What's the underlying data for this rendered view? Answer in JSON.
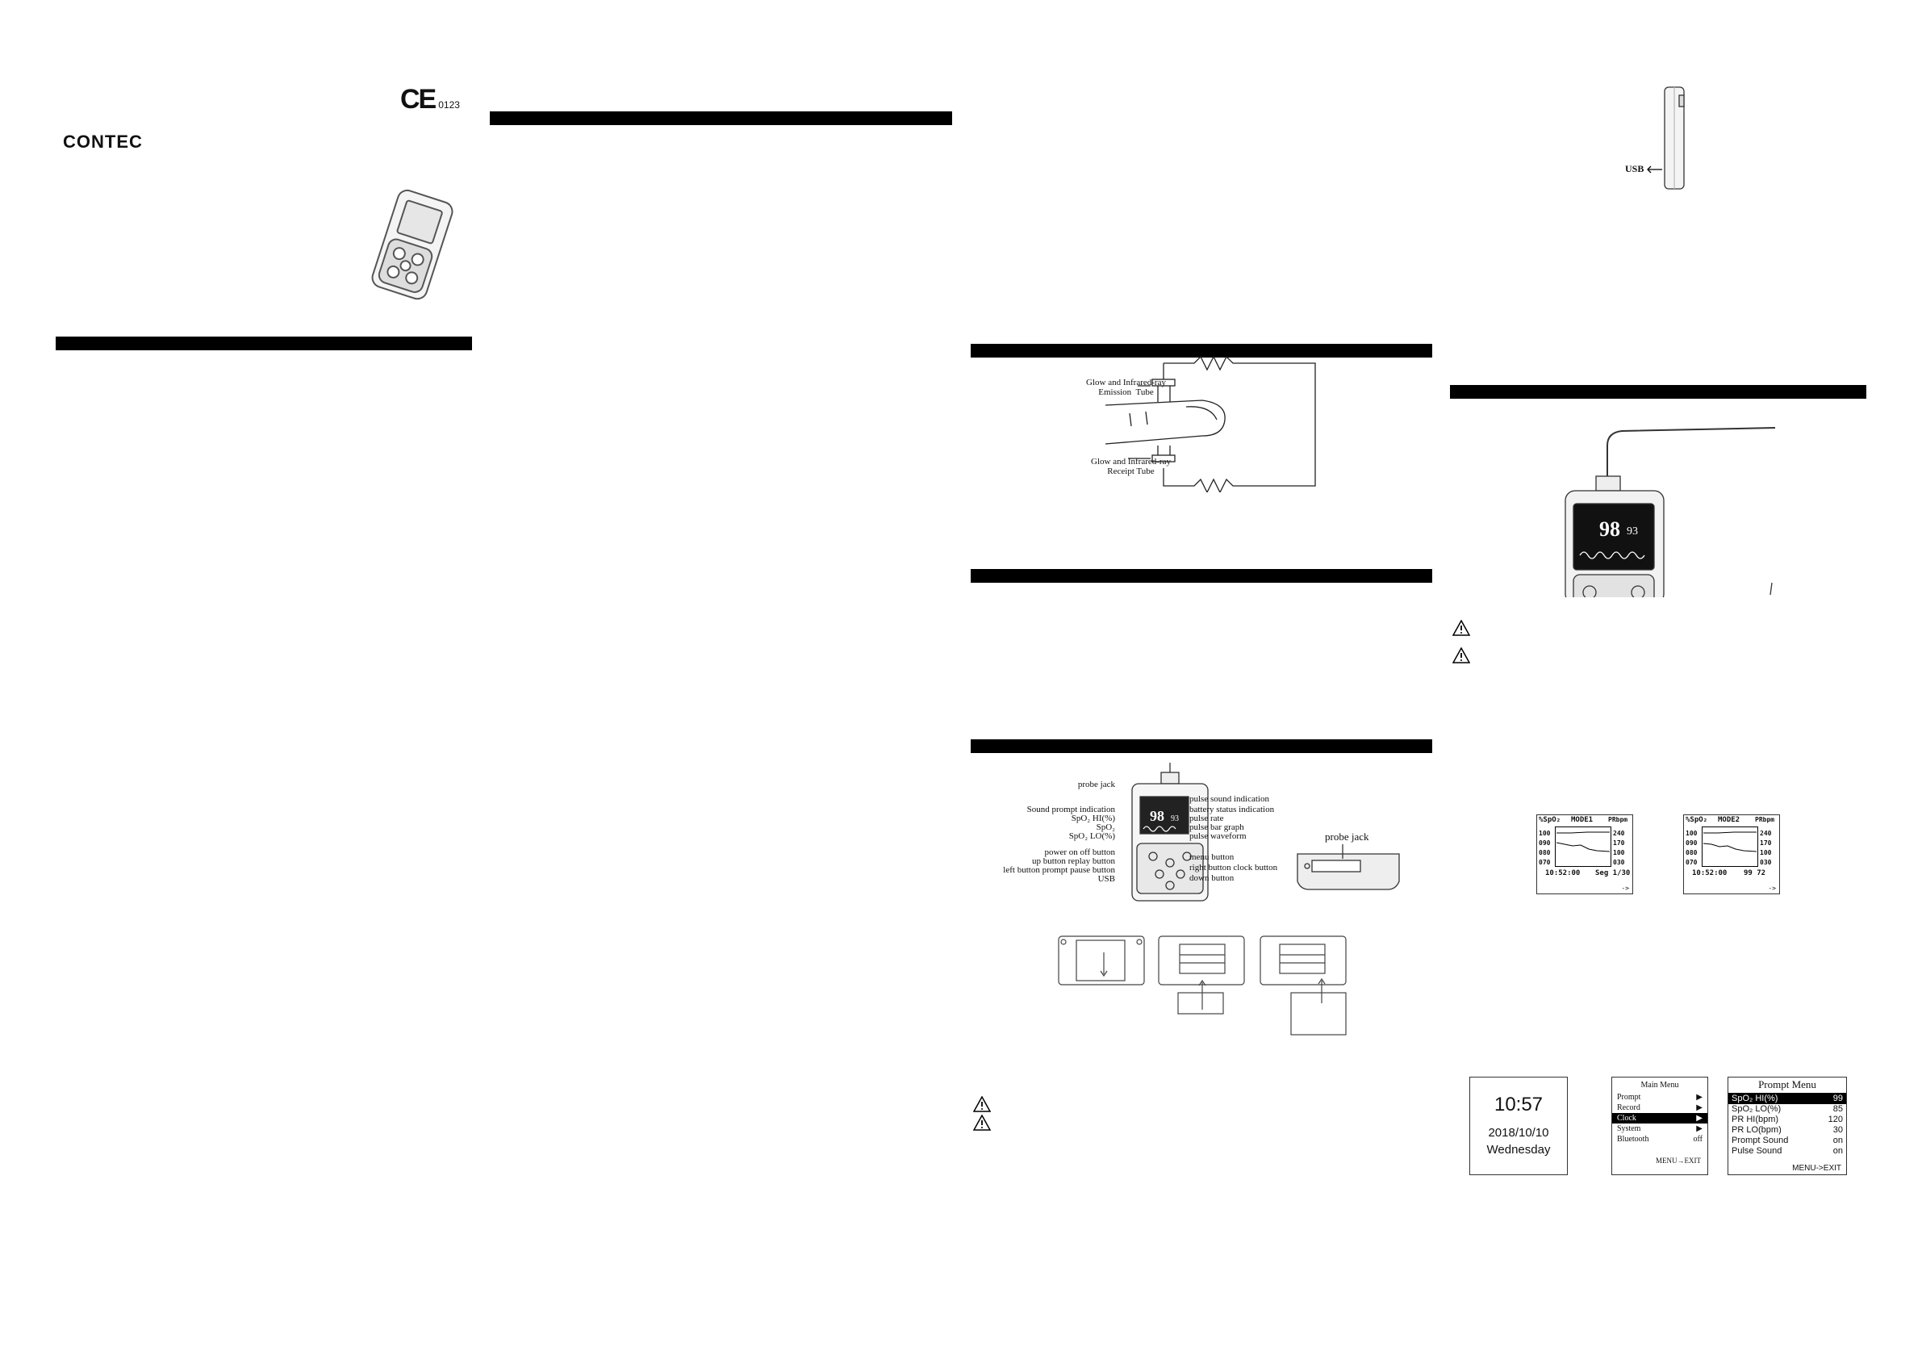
{
  "brand": {
    "logo": "CONTEC",
    "ce_mark": "CE",
    "ce_number": "0123"
  },
  "usb_panel": {
    "usb_label": "USB"
  },
  "principle_diagram": {
    "emission_label": "Glow and Infrared-ray\nEmission  Tube",
    "receipt_label": "Glow and Infrared-ray\nReceipt Tube"
  },
  "device_diagram": {
    "labels_left": [
      "probe jack",
      "Sound prompt indication",
      "SpO₂ HI(%)",
      "SpO₂",
      "SpO₂ LO(%)",
      "power on off button",
      "up button replay button",
      "left button prompt pause button",
      "USB"
    ],
    "labels_right": [
      "pulse sound indication",
      "battery status indication",
      "pulse rate",
      "pulse bar graph",
      "pulse waveform",
      "menu button",
      "right button clock button",
      "down button"
    ],
    "screen_spo2": "98",
    "screen_pr": "93",
    "probe_jack_label": "probe jack"
  },
  "connected_device": {
    "spo2": "98",
    "pr": "93"
  },
  "trend_screens": [
    {
      "left_header": "%SpO₂",
      "mode": "MODE1",
      "right_header": "PRbpm",
      "left_ticks": [
        "100",
        "090",
        "080",
        "070"
      ],
      "right_ticks": [
        "240",
        "170",
        "100",
        "030"
      ],
      "time": "10:52:00",
      "readout": "Seg 1/30",
      "arrow": "->"
    },
    {
      "left_header": "%SpO₂",
      "mode": "MODE2",
      "right_header": "PRbpm",
      "left_ticks": [
        "100",
        "090",
        "080",
        "070"
      ],
      "right_ticks": [
        "240",
        "170",
        "100",
        "030"
      ],
      "time": "10:52:00",
      "readout": "99  72",
      "arrow": "->"
    }
  ],
  "clock_screen": {
    "time": "10:57",
    "date": "2018/10/10",
    "weekday": "Wednesday"
  },
  "main_menu": {
    "title": "Main Menu",
    "items": [
      {
        "label": "Prompt",
        "value": "▶"
      },
      {
        "label": "Record",
        "value": "▶"
      },
      {
        "label": "Clock",
        "value": "▶"
      },
      {
        "label": "System",
        "value": "▶"
      },
      {
        "label": "Bluetooth",
        "value": "off"
      }
    ],
    "footer": "MENU→EXIT"
  },
  "prompt_menu": {
    "title": "Prompt Menu",
    "items": [
      {
        "label": "SpO₂ HI(%)",
        "value": "99"
      },
      {
        "label": "SpO₂ LO(%)",
        "value": "85"
      },
      {
        "label": "PR HI(bpm)",
        "value": "120"
      },
      {
        "label": "PR LO(bpm)",
        "value": "30"
      },
      {
        "label": "Prompt Sound",
        "value": "on"
      },
      {
        "label": "Pulse Sound",
        "value": "on"
      }
    ],
    "footer": "MENU->EXIT"
  },
  "colors": {
    "ink": "#111111",
    "rule": "#000000",
    "paper": "#ffffff"
  }
}
